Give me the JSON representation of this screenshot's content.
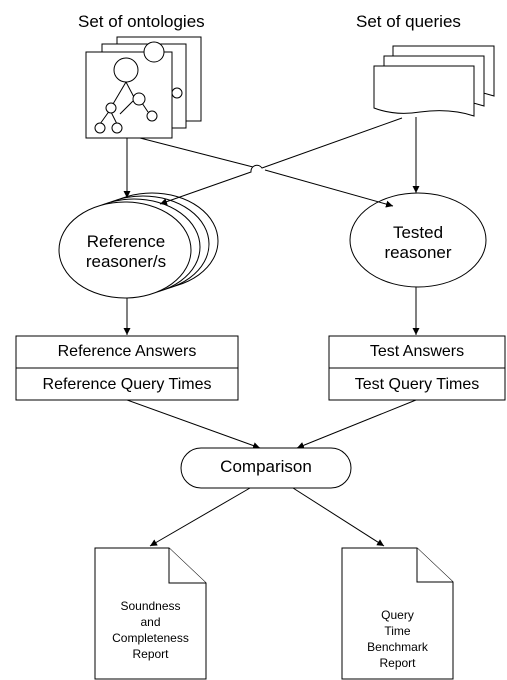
{
  "inputs": {
    "ontologies_label": "Set of ontologies",
    "queries_label": "Set of queries"
  },
  "reasoners": {
    "reference_line1": "Reference",
    "reference_line2": "reasoner/s",
    "tested_line1": "Tested",
    "tested_line2": "reasoner"
  },
  "results": {
    "reference_answers": "Reference Answers",
    "reference_times": "Reference Query Times",
    "test_answers": "Test Answers",
    "test_times": "Test Query Times"
  },
  "comparison_label": "Comparison",
  "reports": {
    "soundness_lines": [
      "Soundness",
      "and",
      "Completeness",
      "Report"
    ],
    "benchmark_lines": [
      "Query",
      "Time",
      "Benchmark",
      "Report"
    ]
  }
}
